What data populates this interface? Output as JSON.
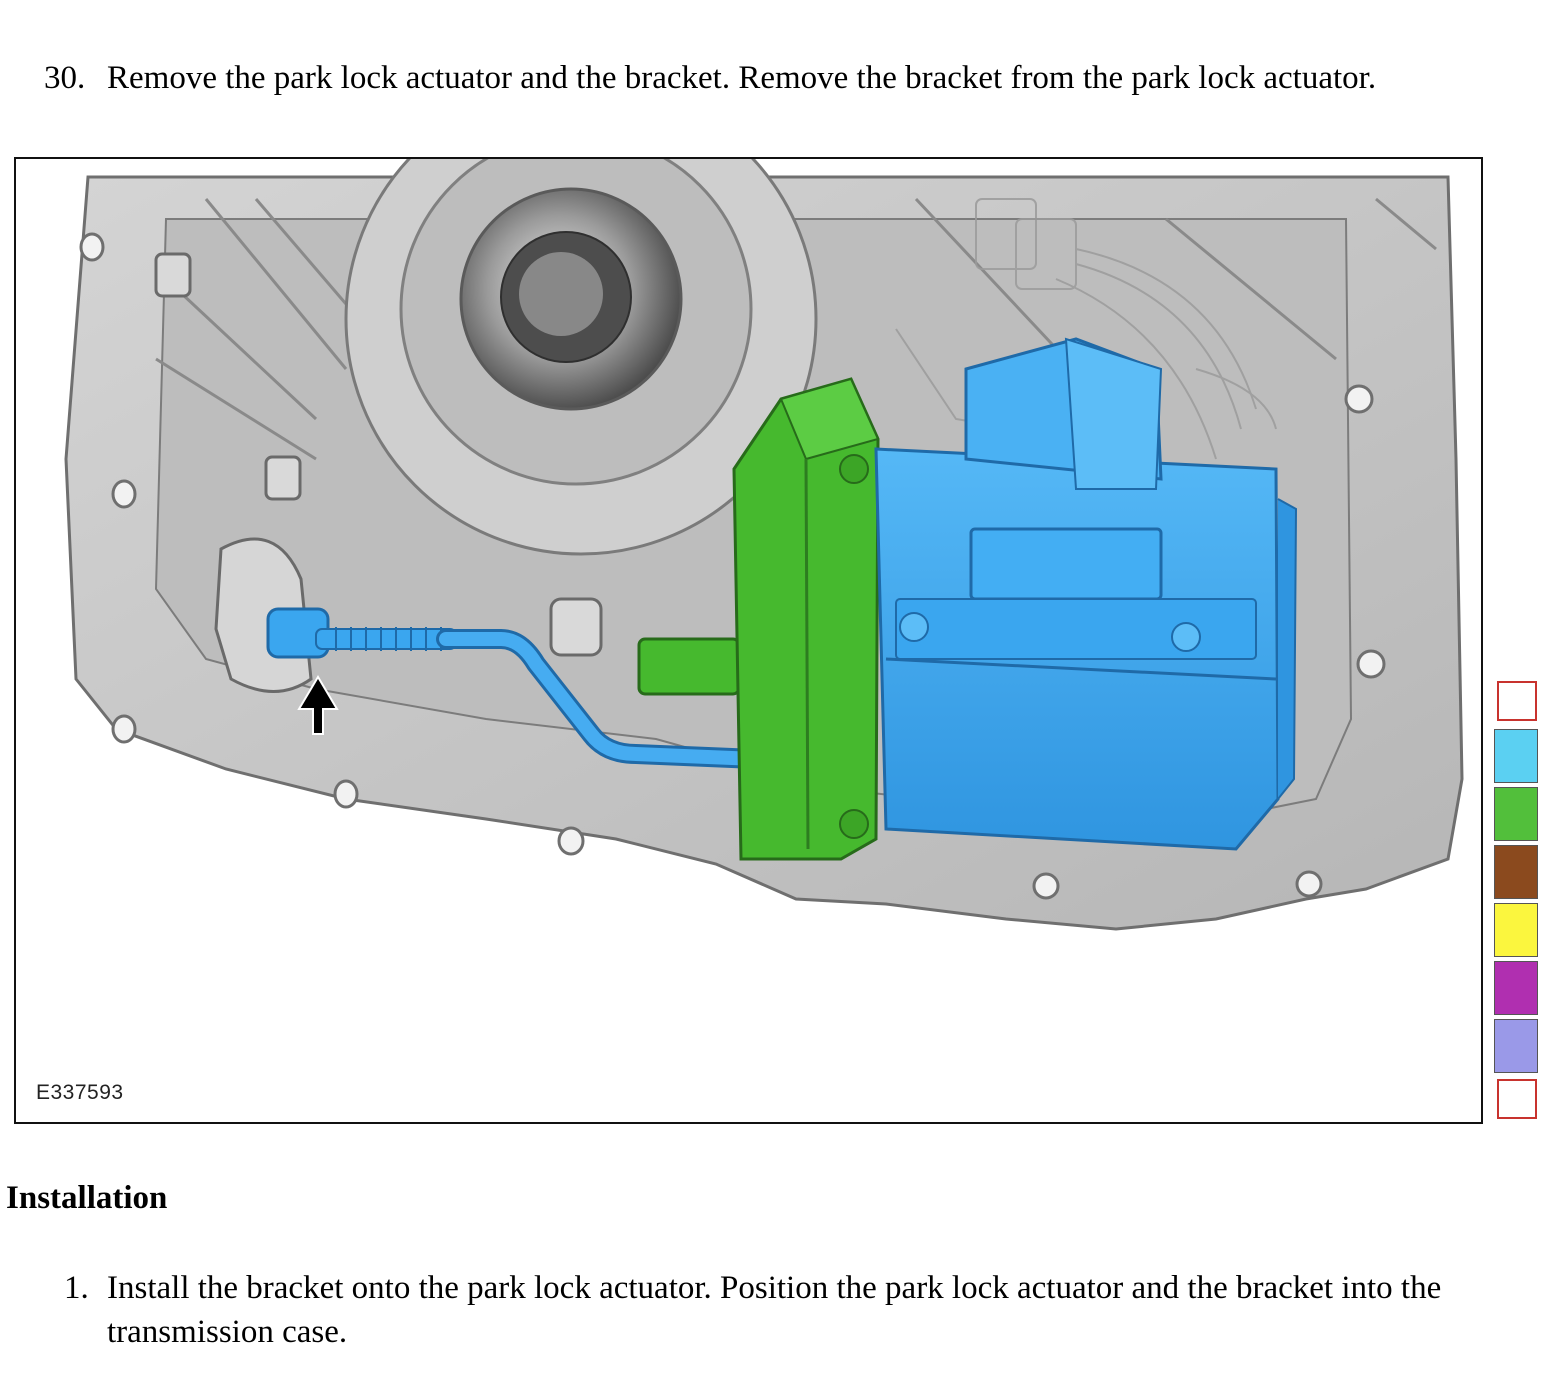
{
  "document": {
    "steps_before": [
      {
        "number": "30.",
        "text": "Remove the park lock actuator and the bracket. Remove the bracket from the park lock actuator."
      }
    ],
    "figure": {
      "code": "E337593",
      "swatches": [
        {
          "kind": "outline",
          "color": "#c8332e"
        },
        {
          "kind": "fill",
          "color": "#5bd0f2"
        },
        {
          "kind": "fill",
          "color": "#52bf3b"
        },
        {
          "kind": "fill",
          "color": "#8b4a1e"
        },
        {
          "kind": "fill",
          "color": "#fbf63e"
        },
        {
          "kind": "fill",
          "color": "#b02fb0"
        },
        {
          "kind": "fill",
          "color": "#9a99e8"
        },
        {
          "kind": "outline",
          "color": "#c8332e"
        }
      ]
    },
    "section_heading": "Installation",
    "steps_after": [
      {
        "number": "1.",
        "text": "Install the bracket onto the park lock actuator. Position the park lock actuator and the bracket into the transmission case."
      }
    ]
  },
  "colors": {
    "actuator": "#3aa6ef",
    "bracket": "#46b92e",
    "case": "#c9c9c9",
    "case_dark": "#8d8d8d"
  }
}
